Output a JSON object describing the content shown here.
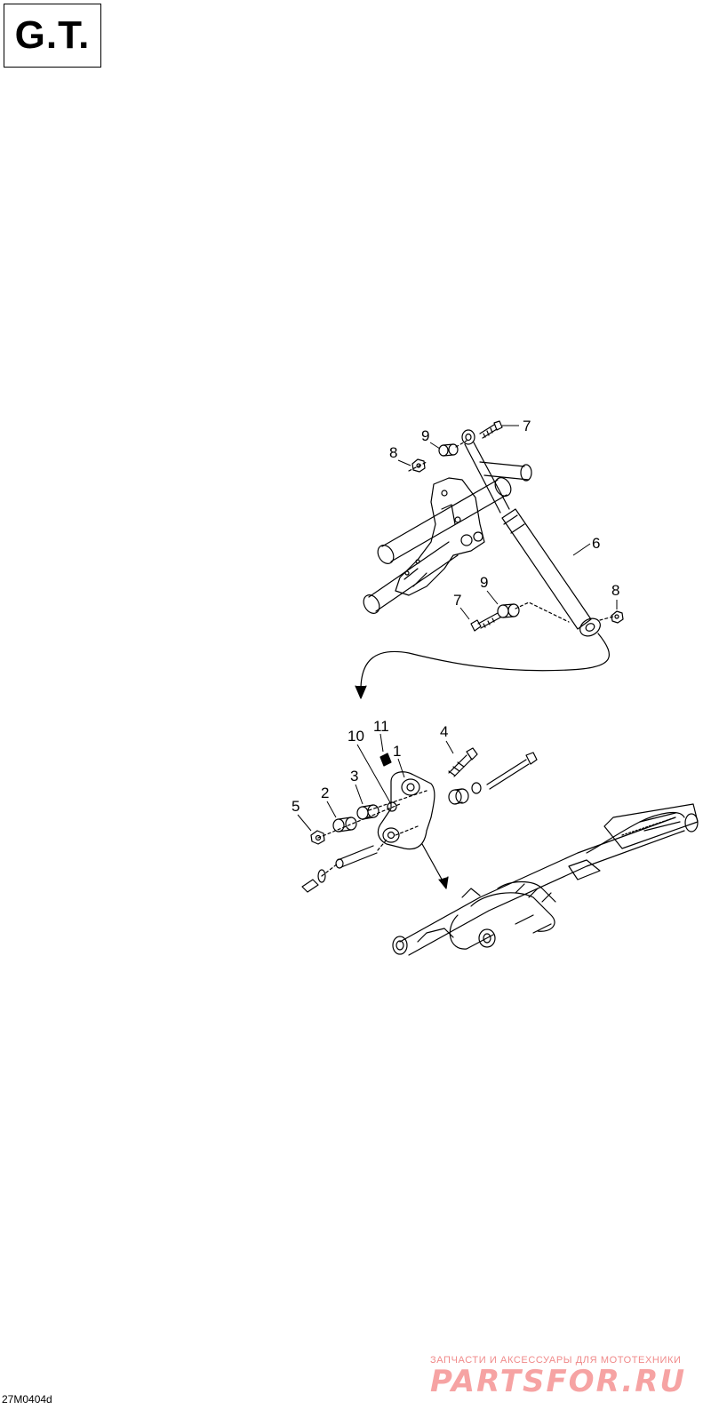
{
  "header": {
    "model_label": "G.T."
  },
  "callouts": {
    "c1": "1",
    "c2": "2",
    "c3": "3",
    "c4": "4",
    "c5": "5",
    "c6": "6",
    "c7a": "7",
    "c7b": "7",
    "c8a": "8",
    "c8b": "8",
    "c9a": "9",
    "c9b": "9",
    "c10": "10",
    "c11": "11"
  },
  "footer": {
    "drawing_code": "27M0404d"
  },
  "watermark": {
    "tagline": "ЗАПЧАСТИ И АКСЕССУАРЫ ДЛЯ МОТОТЕХНИКИ",
    "logo": "PARTSFOR.RU"
  }
}
